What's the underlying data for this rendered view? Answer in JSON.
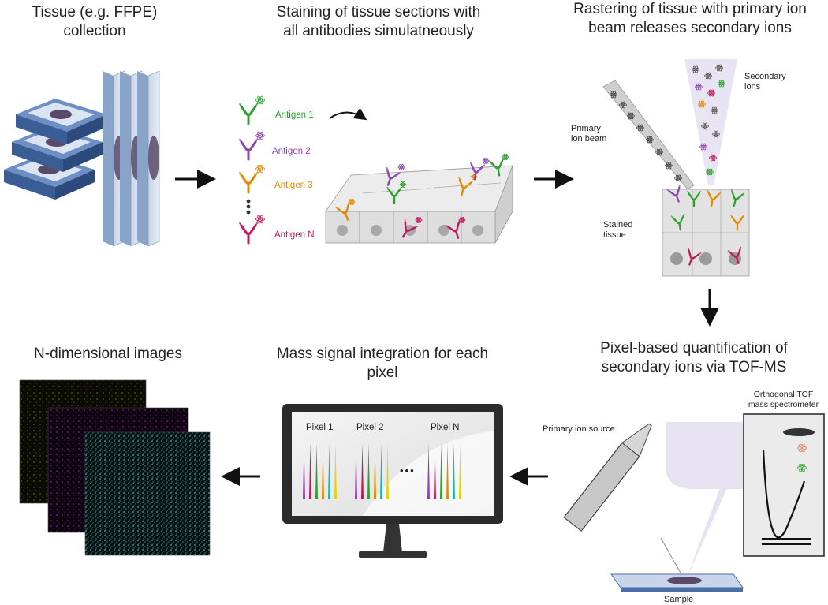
{
  "titles": {
    "tissue": "Tissue (e.g. FFPE)\ncollection",
    "staining": "Staining of tissue sections with\nall antibodies simulatneously",
    "rastering": "Rastering of tissue with primary ion\nbeam releases secondary ions",
    "ndim": "N-dimensional images",
    "mass": "Mass signal integration for each\npixel",
    "pixel_quant": "Pixel-based quantification of\nsecondary ions via TOF-MS"
  },
  "antigens": [
    {
      "label": "Antigen 1",
      "color": "#2ca02c"
    },
    {
      "label": "Antigen 2",
      "color": "#8e44ad"
    },
    {
      "label": "Antigen 3",
      "color": "#e08a00"
    },
    {
      "label": "Antigen N",
      "color": "#c0175a"
    }
  ],
  "labels": {
    "primary_beam": "Primary\nion beam",
    "secondary_ions": "Secondary\nions",
    "stained_tissue": "Stained\ntissue",
    "primary_source": "Primary ion source",
    "tof": "Orthogonal TOF\nmass spectrometer",
    "sample": "Sample"
  },
  "pixels": [
    "Pixel 1",
    "Pixel 2",
    "Pixel N"
  ],
  "ellipsis": "•••",
  "colors": {
    "slide_blue": "#4a6fa8",
    "tissue": "#5a4a6a",
    "cell": "#dcdcdc",
    "beam": "#d9d5ea",
    "channel_yellow": "#b8b400",
    "channel_magenta": "#a020b0",
    "channel_cyan": "#1fb2b2"
  }
}
